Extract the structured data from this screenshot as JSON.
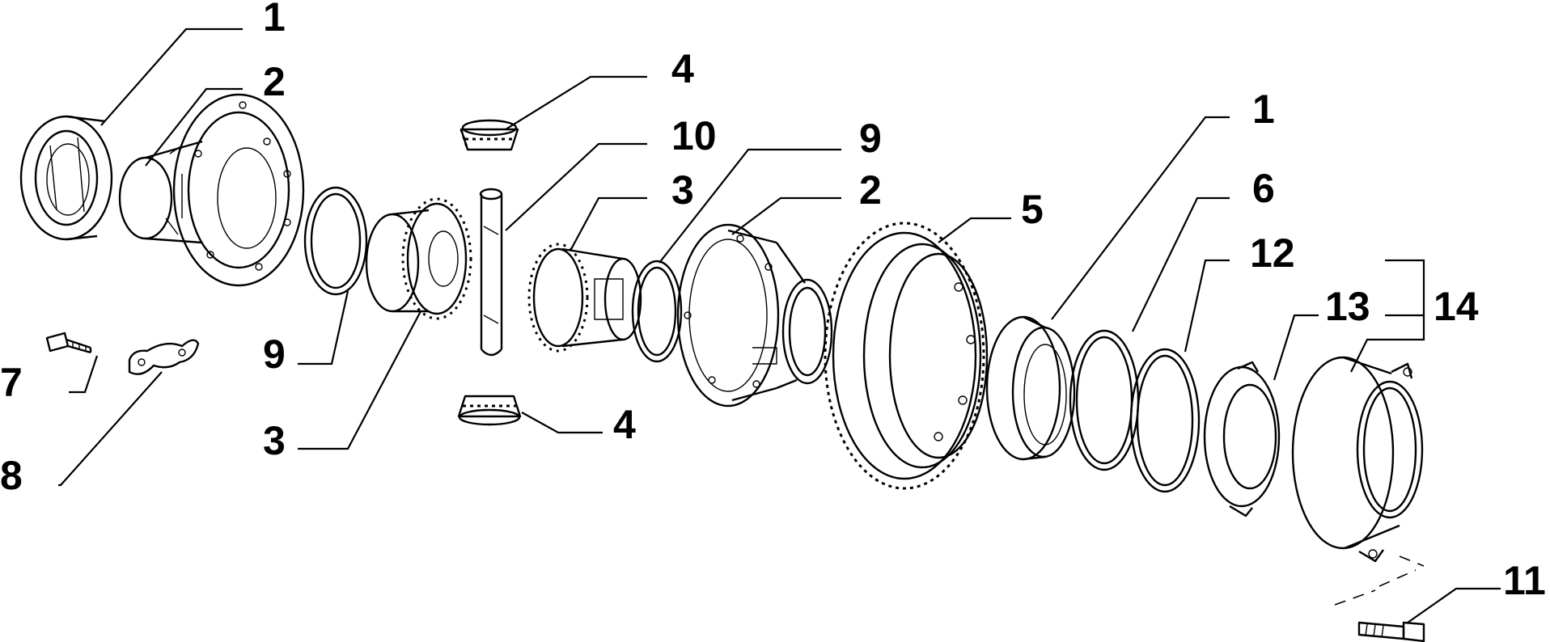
{
  "callouts": [
    {
      "id": "c1a",
      "label": "1"
    },
    {
      "id": "c2a",
      "label": "2"
    },
    {
      "id": "c4a",
      "label": "4"
    },
    {
      "id": "c10",
      "label": "10"
    },
    {
      "id": "c9a",
      "label": "9"
    },
    {
      "id": "c3a",
      "label": "3"
    },
    {
      "id": "c2b",
      "label": "2"
    },
    {
      "id": "c1b",
      "label": "1"
    },
    {
      "id": "c6",
      "label": "6"
    },
    {
      "id": "c5",
      "label": "5"
    },
    {
      "id": "c12",
      "label": "12"
    },
    {
      "id": "c13",
      "label": "13"
    },
    {
      "id": "c14",
      "label": "14"
    },
    {
      "id": "c9b",
      "label": "9"
    },
    {
      "id": "c7",
      "label": "7"
    },
    {
      "id": "c8",
      "label": "8"
    },
    {
      "id": "c3b",
      "label": "3"
    },
    {
      "id": "c4b",
      "label": "4"
    },
    {
      "id": "c11",
      "label": "11"
    }
  ]
}
